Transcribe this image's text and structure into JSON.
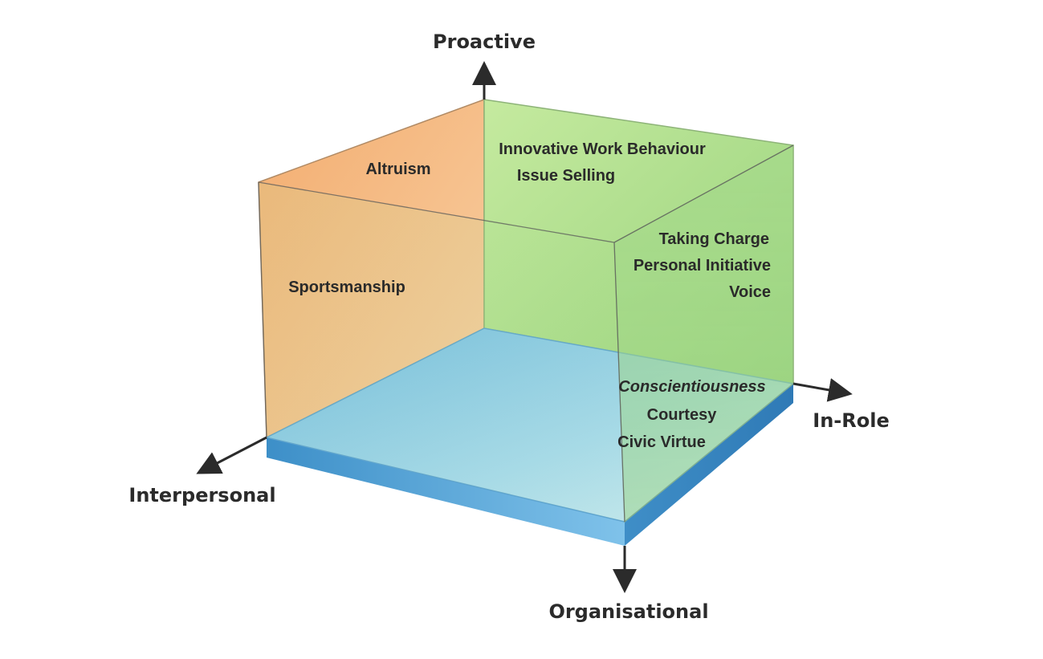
{
  "axes": {
    "proactive": "Proactive",
    "in_role": "In-Role",
    "interpersonal": "Interpersonal",
    "organisational": "Organisational"
  },
  "faces": {
    "left": {
      "items": [
        "Altruism",
        "Sportsmanship"
      ]
    },
    "back": {
      "items": [
        "Innovative Work Behaviour",
        "Issue Selling"
      ]
    },
    "right": {
      "items": [
        "Taking Charge",
        "Personal Initiative",
        "Voice"
      ]
    },
    "floor": {
      "items": [
        "Conscientiousness",
        "Courtesy",
        "Civic Virtue"
      ]
    }
  },
  "colors": {
    "left_face": "#f5b77e",
    "back_face": "#a7d98b",
    "floor": "#7cc3ea",
    "axis": "#2b2b2b"
  }
}
